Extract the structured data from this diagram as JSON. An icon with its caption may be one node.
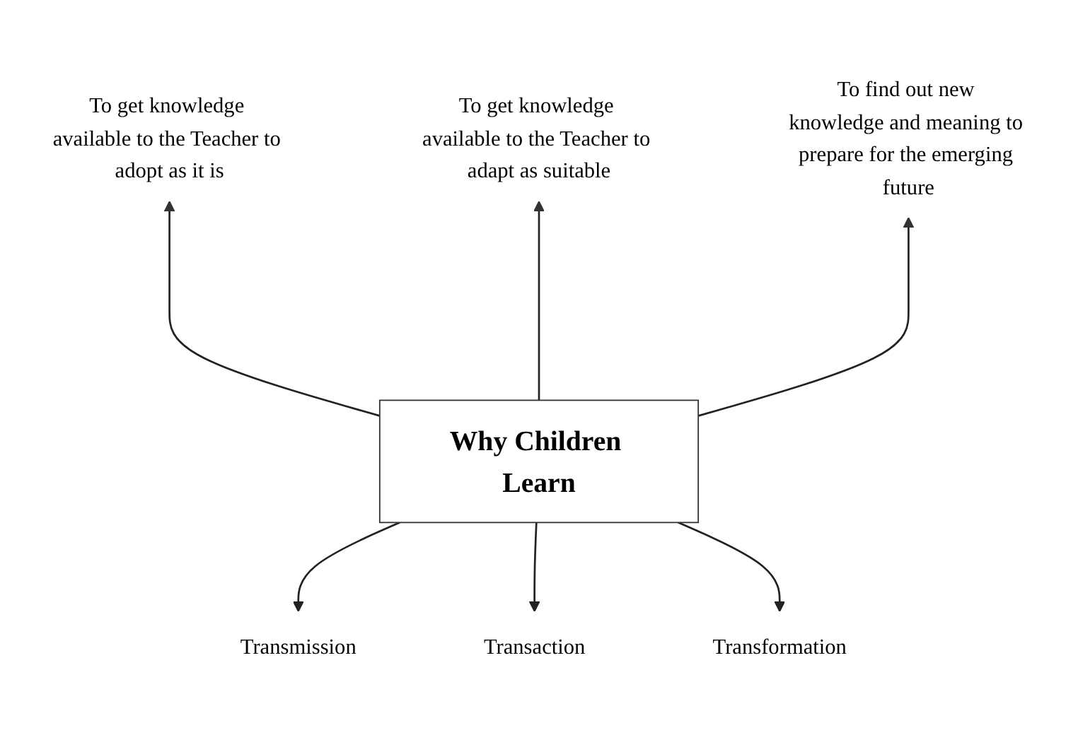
{
  "diagram": {
    "nodes": [
      {
        "text": [
          "Why Children Learn"
        ]
      },
      {
        "text": [
          "To get knowledge available to the Teacher to adopt as it is"
        ]
      },
      {
        "text": [
          "To get knowledge available to the Teacher to adapt as suitable"
        ]
      },
      {
        "text": [
          "To find out new knowledge and meaning to prepare for the emerging future"
        ]
      },
      {
        "text": [
          "Transmission"
        ]
      },
      {
        "text": [
          "Transaction"
        ]
      },
      {
        "text": [
          "Transformation"
        ]
      }
    ],
    "edges": [
      {
        "from": 0,
        "to": 1,
        "arrow": "to"
      },
      {
        "from": 0,
        "to": 2,
        "arrow": "to"
      },
      {
        "from": 0,
        "to": 3,
        "arrow": "to"
      },
      {
        "from": 0,
        "to": 4,
        "arrow": "to"
      },
      {
        "from": 0,
        "to": 5,
        "arrow": "to"
      },
      {
        "from": 0,
        "to": 6,
        "arrow": "to"
      }
    ]
  }
}
